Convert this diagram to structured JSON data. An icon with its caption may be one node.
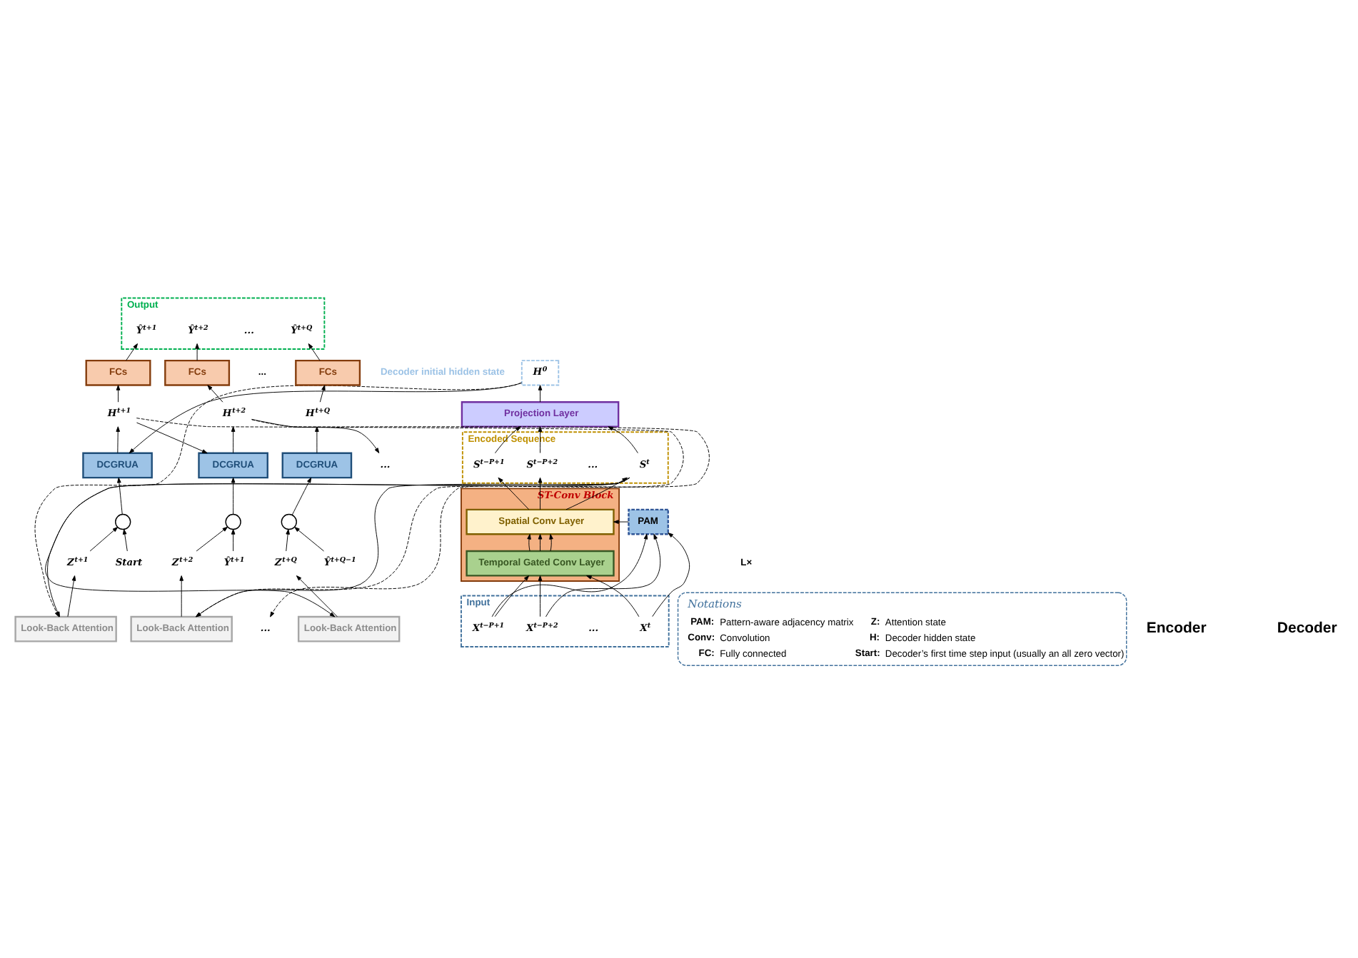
{
  "diagram": {
    "nodes": [
      {
        "text": [
          "H$^{0}$"
        ],
        "beside": [
          "Decoder initial hidden state"
        ]
      },
      {
        "text": [
          "Projection Layer"
        ]
      },
      {
        "text": [
          "Encoded Sequence"
        ]
      },
      {
        "text": [
          "S$^{t−P+1}$"
        ],
        "in": 2
      },
      {
        "text": [
          "S$^{t−P+2}$"
        ],
        "in": 2
      },
      {
        "text": [
          "..."
        ],
        "in": 2
      },
      {
        "text": [
          "S$^{t}$"
        ],
        "in": 2
      },
      {
        "text": [
          "ST-Conv Block"
        ]
      },
      {
        "text": [
          "PAM"
        ]
      },
      {
        "text": [
          "Spatial Conv Layer"
        ],
        "in": 7
      },
      {
        "text": [
          "Temporal Gated Conv Layer"
        ],
        "in": 7
      },
      {
        "text": [
          "Input"
        ]
      },
      {
        "text": [
          "X$^{t−P+1}$"
        ],
        "in": 11
      },
      {
        "text": [
          "X$^{t−P+2}$"
        ],
        "in": 11
      },
      {
        "text": [
          "..."
        ],
        "in": 11
      },
      {
        "text": [
          "X$^{t}$"
        ],
        "in": 11
      },
      {
        "text": [
          "Output"
        ]
      },
      {
        "text": [
          "Ŷ$^{t+1}$"
        ],
        "in": 16
      },
      {
        "text": [
          "Ŷ$^{t+2}$"
        ],
        "in": 16
      },
      {
        "text": [
          "..."
        ],
        "in": 16
      },
      {
        "text": [
          "Ŷ$^{t+Q}$"
        ],
        "in": 16
      },
      {
        "text": [
          "FCs"
        ]
      },
      {
        "text": [
          "FCs"
        ]
      },
      {
        "text": [
          "FCs"
        ]
      },
      {
        "text": [
          "H$^{t+1}$"
        ]
      },
      {
        "text": [
          "H$^{t+2}$"
        ]
      },
      {
        "text": [
          "H$^{t+Q}$"
        ]
      },
      {
        "text": [
          "DCGRUA"
        ]
      },
      {
        "text": [
          "DCGRUA"
        ]
      },
      {
        "text": [
          "..."
        ]
      },
      {
        "text": [
          "DCGRUA"
        ]
      },
      {
        "text": [],
        "shape": "circle"
      },
      {
        "text": [],
        "shape": "circle"
      },
      {
        "text": [],
        "shape": "circle"
      },
      {
        "text": [
          "Z$^{t+1}$"
        ]
      },
      {
        "text": [
          "Start"
        ]
      },
      {
        "text": [
          "Z$^{t+2}$"
        ]
      },
      {
        "text": [
          "Ŷ$^{t+1}$"
        ]
      },
      {
        "text": [
          "Z$^{t+Q}$"
        ]
      },
      {
        "text": [
          "Ŷ$^{t+Q−1}$"
        ]
      },
      {
        "text": [
          "Look-Back Attention"
        ]
      },
      {
        "text": [
          "Look-Back Attention"
        ]
      },
      {
        "text": [
          "..."
        ]
      },
      {
        "text": [
          "Look-Back Attention"
        ]
      },
      {
        "text": [
          "Notations",
          "PAM:",
          "Pattern-aware adjacency matrix",
          "Conv:",
          "Convolution",
          "FC:",
          "Fully connected",
          "Z:",
          "Attention state",
          "H:",
          "Decoder hidden state",
          "Start:",
          "Decoder’s first time step input (usually an all zero vector)"
        ]
      }
    ],
    "edges": [
      {
        "from": 12,
        "to": 10,
        "arrow": "to"
      },
      {
        "from": 13,
        "to": 10,
        "arrow": "to"
      },
      {
        "from": 15,
        "to": 10,
        "arrow": "to"
      },
      {
        "from": 10,
        "to": 9,
        "arrow": "to"
      },
      {
        "from": 10,
        "to": 9,
        "arrow": "to"
      },
      {
        "from": 10,
        "to": 9,
        "arrow": "to"
      },
      {
        "from": 8,
        "to": 9,
        "arrow": "to"
      },
      {
        "from": 12,
        "to": 8,
        "arrow": "to"
      },
      {
        "from": 13,
        "to": 8,
        "arrow": "to"
      },
      {
        "from": 15,
        "to": 8,
        "arrow": "to"
      },
      {
        "from": 9,
        "to": 3,
        "arrow": "to"
      },
      {
        "from": 9,
        "to": 4,
        "arrow": "to"
      },
      {
        "from": 9,
        "to": 6,
        "arrow": "to"
      },
      {
        "from": 3,
        "to": 1,
        "arrow": "to"
      },
      {
        "from": 4,
        "to": 1,
        "arrow": "to"
      },
      {
        "from": 6,
        "to": 1,
        "arrow": "to"
      },
      {
        "from": 1,
        "to": 0,
        "arrow": "to"
      },
      {
        "from": 6,
        "to": 40,
        "arrow": "to"
      },
      {
        "from": 6,
        "to": 41,
        "arrow": "to"
      },
      {
        "from": 6,
        "to": 43,
        "arrow": "to"
      },
      {
        "from": 0,
        "to": 27,
        "arrow": "to"
      },
      {
        "from": 0,
        "to": 40,
        "arrow": "to",
        "style": "dashed"
      },
      {
        "from": 40,
        "to": 34,
        "arrow": "to"
      },
      {
        "from": 34,
        "to": 31,
        "arrow": "to"
      },
      {
        "from": 35,
        "to": 31,
        "arrow": "to"
      },
      {
        "from": 31,
        "to": 27,
        "arrow": "to"
      },
      {
        "from": 27,
        "to": 24,
        "arrow": "to"
      },
      {
        "from": 24,
        "to": 21,
        "arrow": "to"
      },
      {
        "from": 21,
        "to": 17,
        "arrow": "to"
      },
      {
        "from": 24,
        "to": 28,
        "arrow": "to"
      },
      {
        "from": 24,
        "to": 41,
        "arrow": "to",
        "style": "dashed"
      },
      {
        "from": 41,
        "to": 36,
        "arrow": "to"
      },
      {
        "from": 36,
        "to": 32,
        "arrow": "to"
      },
      {
        "from": 37,
        "to": 32,
        "arrow": "to"
      },
      {
        "from": 32,
        "to": 28,
        "arrow": "to"
      },
      {
        "from": 28,
        "to": 25,
        "arrow": "to"
      },
      {
        "from": 25,
        "to": 22,
        "arrow": "to"
      },
      {
        "from": 22,
        "to": 18,
        "arrow": "to"
      },
      {
        "from": 25,
        "to": 29,
        "arrow": "to"
      },
      {
        "from": 25,
        "to": 42,
        "arrow": "to",
        "style": "dashed"
      },
      {
        "from": 43,
        "to": 38,
        "arrow": "to"
      },
      {
        "from": 38,
        "to": 33,
        "arrow": "to"
      },
      {
        "from": 39,
        "to": 33,
        "arrow": "to"
      },
      {
        "from": 33,
        "to": 30,
        "arrow": "to"
      },
      {
        "from": 30,
        "to": 26,
        "arrow": "to"
      },
      {
        "from": 26,
        "to": 23,
        "arrow": "to"
      },
      {
        "from": 23,
        "to": 20,
        "arrow": "to"
      }
    ],
    "labels": [
      "Encoder",
      "Decoder",
      "L×",
      "..."
    ]
  }
}
